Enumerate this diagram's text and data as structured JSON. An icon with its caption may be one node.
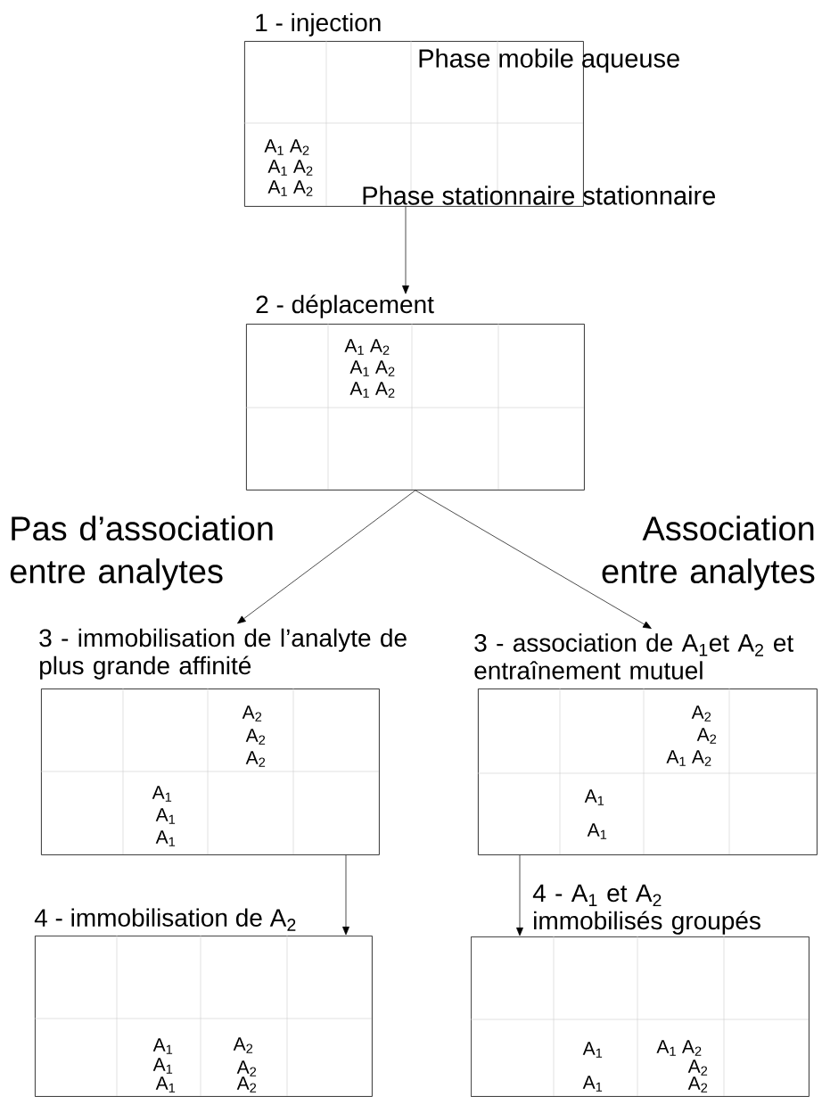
{
  "diagram": {
    "nodes": [
      {
        "text": [
          "1 - injection"
        ]
      },
      {
        "text": [
          "2 - déplacement"
        ]
      },
      {
        "text": [
          "3 - immobilisation de l’analyte de plus grande affinité"
        ]
      },
      {
        "text": [
          "3 - association de A$_{1}$et A$_{2}$ et entraînement mutuel"
        ]
      },
      {
        "text": [
          "4 - immobilisation de A$_{2}$"
        ]
      },
      {
        "text": [
          "4 - A$_{1}$ et A$_{2}$ immobilisés groupés"
        ]
      }
    ],
    "edges": [
      {
        "from": 0,
        "to": 1,
        "arrow": "to"
      },
      {
        "from": 1,
        "to": 2,
        "arrow": "to",
        "label": "Pas d’association entre analytes"
      },
      {
        "from": 1,
        "to": 3,
        "arrow": "to",
        "label": "Association entre analytes"
      },
      {
        "from": 2,
        "to": 4,
        "arrow": "to"
      },
      {
        "from": 3,
        "to": 5,
        "arrow": "to"
      }
    ],
    "labels": [
      "Phase mobile aqueuse",
      "A$_{1}$ A$_{2}$",
      "A$_{1}$ A$_{2}$",
      "A$_{1}$ A$_{2}$",
      "Phase stationnaire stationnaire",
      "A$_{1}$ A$_{2}$",
      "A$_{1}$ A$_{2}$",
      "A$_{1}$ A$_{2}$",
      "A$_{2}$",
      "A$_{2}$",
      "A$_{2}$",
      "A$_{1}$",
      "A$_{1}$",
      "A$_{1}$",
      "A$_{2}$",
      "A$_{2}$",
      "A$_{1}$ A$_{2}$",
      "A$_{1}$",
      "A$_{1}$",
      "A$_{1}$",
      "A$_{2}$",
      "A$_{1}$",
      "A$_{2}$",
      "A$_{1}$",
      "A$_{2}$",
      "A$_{1}$",
      "A$_{1}$ A$_{2}$",
      "A$_{2}$",
      "A$_{1}$",
      "A$_{2}$"
    ]
  }
}
